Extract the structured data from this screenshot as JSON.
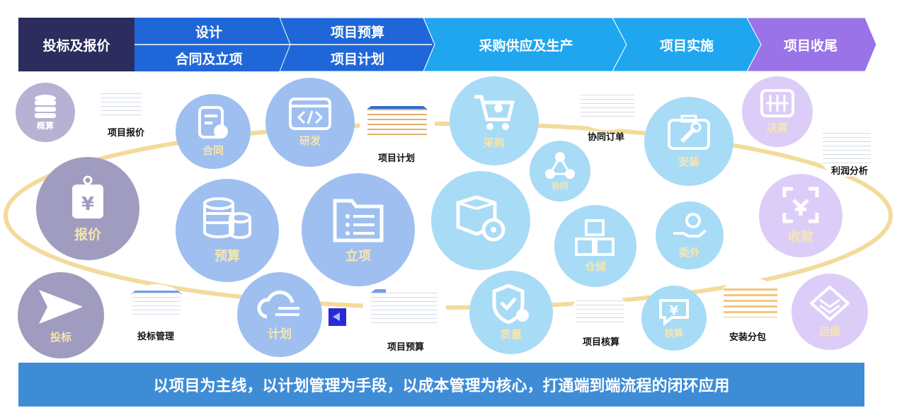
{
  "banner": {
    "stage1": "投标及报价",
    "stage2_top": "设计",
    "stage2_bottom": "合同及立项",
    "stage3_top": "项目预算",
    "stage3_bottom": "项目计划",
    "stage4": "采购供应及生产",
    "stage5": "项目实施",
    "stage6": "项目收尾"
  },
  "colors": {
    "navy": "#2c2c5e",
    "blue": "#1f67d8",
    "lightblue": "#1fa6ef",
    "purple": "#9a73e8",
    "ring": "#f2d38a",
    "footer": "#3e8cd6"
  },
  "circles": {
    "gaisuan": {
      "label": "概算",
      "icon": "coins-icon"
    },
    "baojia": {
      "label": "报价",
      "icon": "price-tag-icon"
    },
    "toubiao": {
      "label": "投标",
      "icon": "send-icon"
    },
    "hetong": {
      "label": "合同",
      "icon": "document-icon"
    },
    "yanfa": {
      "label": "研发",
      "icon": "code-window-icon"
    },
    "yusuan": {
      "label": "预算",
      "icon": "coins-icon"
    },
    "lixiang": {
      "label": "立项",
      "icon": "folder-list-icon"
    },
    "jihua": {
      "label": "计划",
      "icon": "cloud-icon"
    },
    "caigou": {
      "label": "采购",
      "icon": "cart-icon"
    },
    "xietong": {
      "label": "协同",
      "icon": "share-icon"
    },
    "box": {
      "label": "",
      "icon": "box-gear-icon"
    },
    "cangchu": {
      "label": "仓储",
      "icon": "boxes-icon"
    },
    "zhiliang": {
      "label": "质量",
      "icon": "shield-check-icon"
    },
    "anzhuang": {
      "label": "安装",
      "icon": "wrench-icon"
    },
    "weiwai": {
      "label": "委外",
      "icon": "hand-gear-icon"
    },
    "hesuan": {
      "label": "核算",
      "icon": "yen-chat-icon"
    },
    "juesuan": {
      "label": "决算",
      "icon": "grid-icon"
    },
    "shoukuan": {
      "label": "收款",
      "icon": "yen-scan-icon"
    },
    "yunwei": {
      "label": "运维",
      "icon": "layers-icon"
    }
  },
  "thumbs": {
    "xiangmu_baojia": "项目报价",
    "xiangmu_jihua": "项目计划",
    "xietong_dingdan": "协同订单",
    "lirun_fenxi": "利润分析",
    "toubiao_guanli": "投标管理",
    "xiangmu_yusuan": "项目预算",
    "xiangmu_hesuan": "项目核算",
    "anzhuang_fenbao": "安装分包"
  },
  "footer": "以项目为主线，以计划管理为手段，以成本管理为核心，打通端到端流程的闭环应用"
}
